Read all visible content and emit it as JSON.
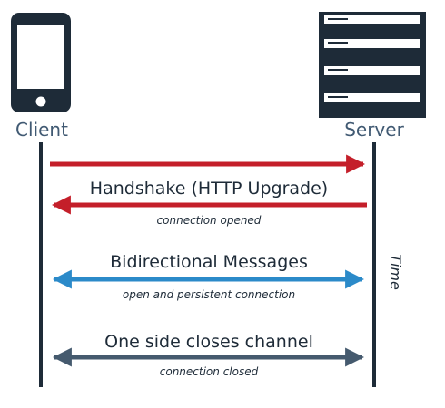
{
  "actors": {
    "client": {
      "label": "Client",
      "icon": "smartphone-icon"
    },
    "server": {
      "label": "Server",
      "icon": "server-rack-icon"
    }
  },
  "timeline_label": "Time",
  "messages": [
    {
      "label": "Handshake (HTTP Upgrade)",
      "note": "connection opened"
    },
    {
      "label": "Bidirectional Messages",
      "note": "open and persistent connection"
    },
    {
      "label": "One side closes channel",
      "note": "connection closed"
    }
  ],
  "colors": {
    "dark": "#1e2b38",
    "actor_label": "#415a73",
    "handshake": "#c41f2a",
    "bidirectional": "#2b8ac9",
    "close": "#455a6e"
  }
}
